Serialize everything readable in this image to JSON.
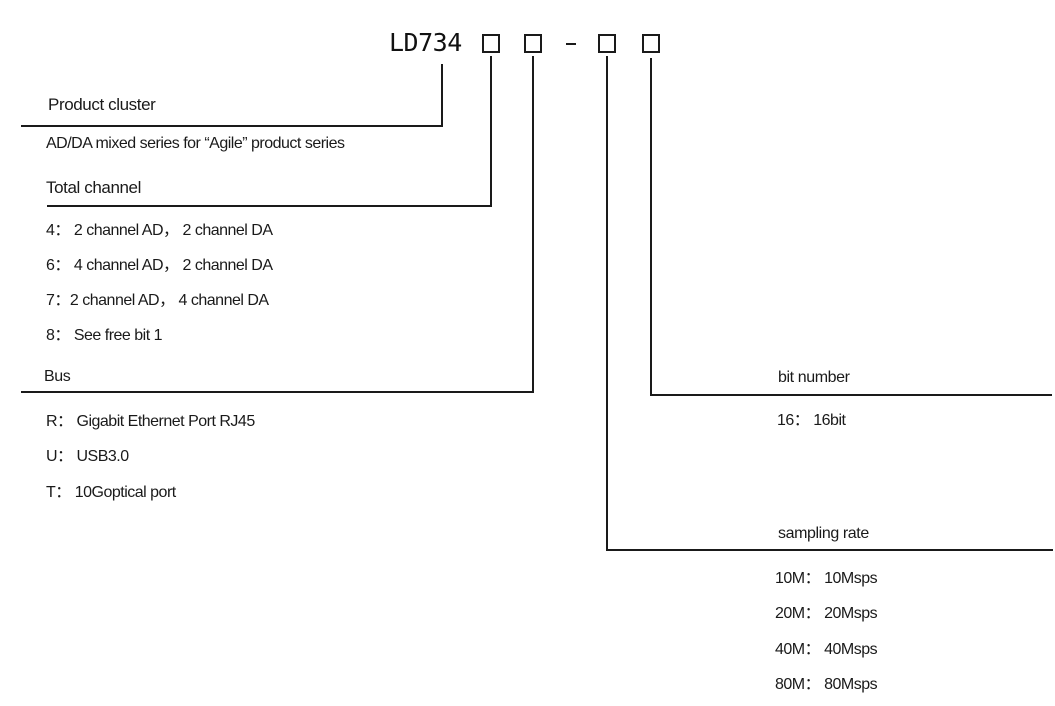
{
  "model_code": {
    "prefix": "LD734",
    "separator": "-",
    "placeholders": [
      "free-bit-1",
      "free-bit-2",
      "free-bit-3",
      "free-bit-4"
    ]
  },
  "sections": {
    "product_cluster": {
      "title": "Product cluster",
      "items": [
        "AD/DA mixed series for “Agile” product series"
      ]
    },
    "total_channel": {
      "title": "Total channel",
      "items": [
        "4： 2 channel AD， 2 channel DA",
        "6： 4 channel AD， 2 channel DA",
        "7：2 channel AD， 4 channel DA",
        "8： See free bit 1"
      ]
    },
    "bus": {
      "title": "Bus",
      "items": [
        "R： Gigabit Ethernet Port RJ45",
        "U： USB3.0",
        "T： 10Goptical port"
      ]
    },
    "bit_number": {
      "title": "bit number",
      "items": [
        "16： 16bit"
      ]
    },
    "sampling_rate": {
      "title": "sampling rate",
      "items": [
        "10M： 10Msps",
        "20M： 20Msps",
        "40M： 40Msps",
        "80M： 80Msps"
      ]
    }
  }
}
